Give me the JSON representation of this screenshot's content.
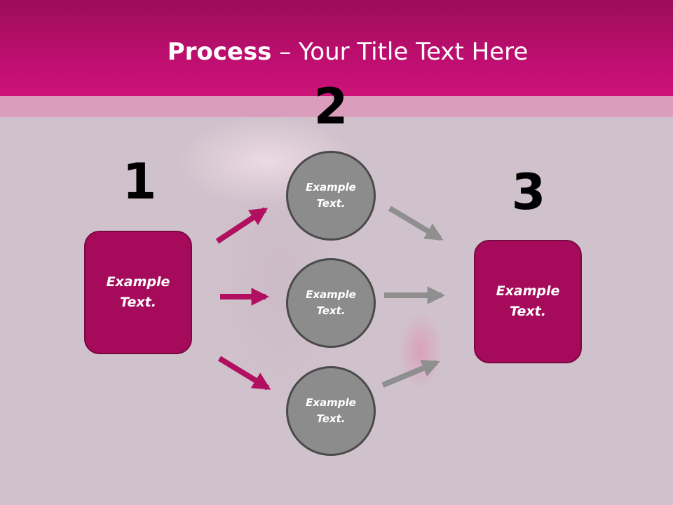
{
  "title": {
    "bold": "Process",
    "rest": " – Your Title Text Here"
  },
  "steps": [
    {
      "number": "1",
      "label": "Example Text."
    },
    {
      "number": "2",
      "circles": [
        "Example Text.",
        "Example Text.",
        "Example Text."
      ]
    },
    {
      "number": "3",
      "label": "Example Text."
    }
  ],
  "colors": {
    "header": "#c20f73",
    "box": "#a50b5a",
    "circle": "#8c8c8c",
    "arrow_magenta": "#b0105f",
    "arrow_gray": "#8f8f8f",
    "background": "#d0c2cc"
  }
}
